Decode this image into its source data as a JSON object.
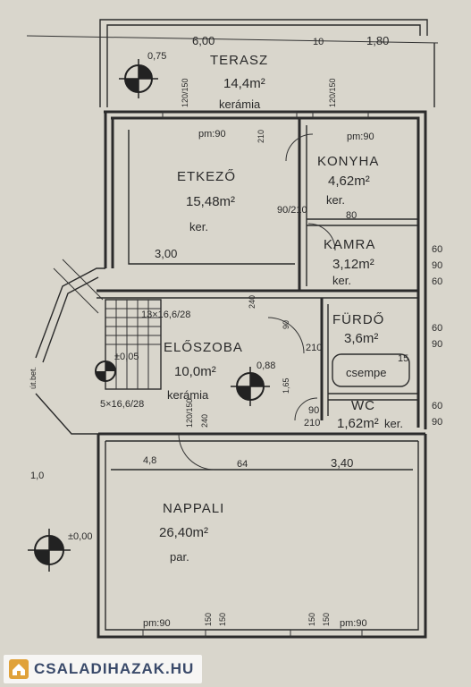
{
  "rooms": {
    "terrace": {
      "name": "TERASZ",
      "area": "14,4m²",
      "floor": "kerámia"
    },
    "dining": {
      "name": "ETKEZŐ",
      "area": "15,48m²",
      "floor": "ker."
    },
    "kitchen": {
      "name": "KONYHA",
      "area": "4,62m²",
      "floor": "ker."
    },
    "pantry": {
      "name": "KAMRA",
      "area": "3,12m²",
      "floor": "ker."
    },
    "bathroom": {
      "name": "FÜRDŐ",
      "area": "3,6m²",
      "floor": "csempe"
    },
    "hall": {
      "name": "ELŐSZOBA",
      "area": "10,0m²",
      "floor": "kerámia"
    },
    "wc": {
      "name": "WC",
      "area": "1,62m²",
      "floor": "ker."
    },
    "living": {
      "name": "NAPPALI",
      "area": "26,40m²",
      "floor": "par."
    }
  },
  "dims": {
    "top_6_00": "6,00",
    "top_10": "10",
    "top_1_80": "1,80",
    "terrace_075": "0,75",
    "dining_300": "3,00",
    "living_48": "4,8",
    "living_64": "64",
    "living_340": "3,40",
    "stairs_top": "13×16,6/28",
    "stairs_bottom": "5×16,6/28",
    "hall_005": "±0,05",
    "hall_088": "0,88",
    "bath_15": "15",
    "door_90_210": "90/210",
    "door_90": "90",
    "door_210": "210",
    "door_80": "80",
    "door_240": "240",
    "win_120_150": "120/150",
    "win_150": "150",
    "pm90": "pm:90",
    "side_60": "60",
    "side_90": "90",
    "side_165": "1,65",
    "left_000": "±0,00",
    "left_10": "1,0",
    "bet": "út.bet."
  },
  "watermark": {
    "text": "CSALADIHAZAK.HU"
  }
}
